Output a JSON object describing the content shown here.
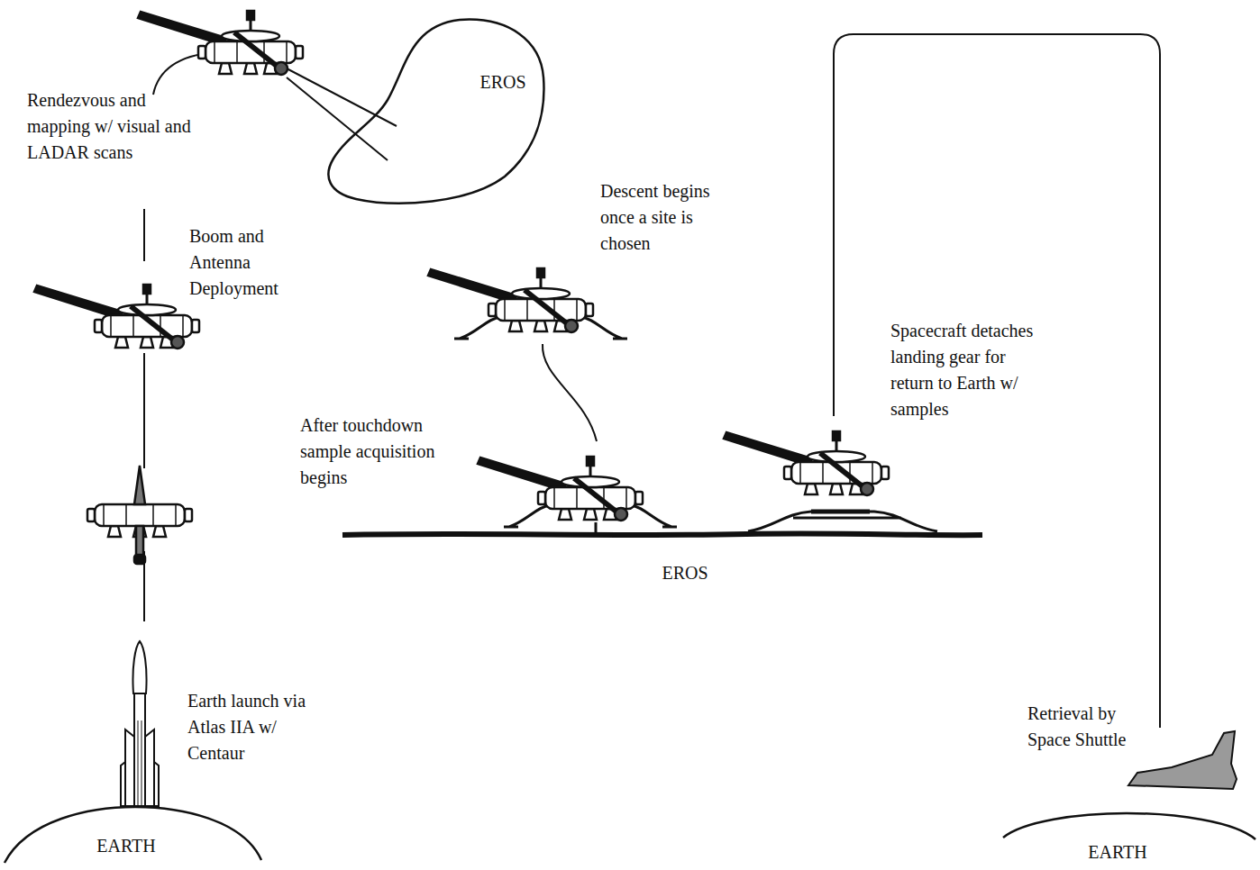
{
  "diagram": {
    "nodes": [
      {
        "text": [
          "EROS"
        ]
      },
      {
        "text": [
          "EROS"
        ]
      },
      {
        "text": [
          "EARTH"
        ]
      },
      {
        "text": [
          "EARTH"
        ]
      }
    ],
    "labels": [
      "Rendezvous and mapping w/ visual and LADAR scans",
      "Boom and Antenna Deployment",
      "Earth launch via Atlas IIA w/ Centaur",
      "Descent begins once a site is chosen",
      "After touchdown sample acquisition begins",
      "Spacecraft detaches landing gear for return to Earth w/ samples",
      "Retrieval by Space Shuttle"
    ]
  }
}
